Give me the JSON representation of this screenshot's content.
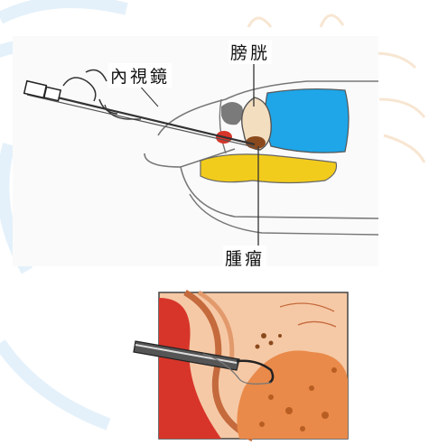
{
  "labels": {
    "endoscope": "內視鏡",
    "bladder": "膀胱",
    "tumor": "腫瘤"
  },
  "colors": {
    "bladder_fill": "#f3dec0",
    "tumor": "#8b4a1e",
    "rectum_blue": "#1ea6e8",
    "fat_yellow": "#f2cc1c",
    "tissue_orange": "#e98a4a",
    "closeup_bg": "#f6c9a6"
  }
}
